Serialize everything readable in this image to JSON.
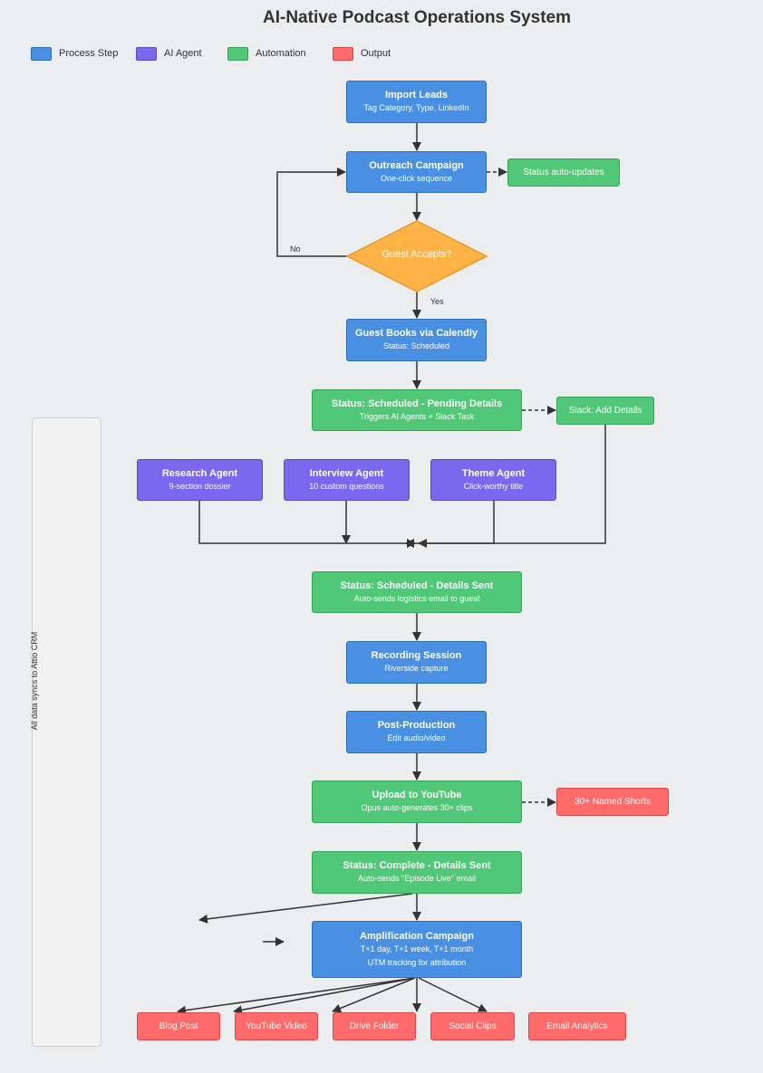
{
  "title": "AI-Native Podcast Operations System",
  "legend": {
    "process": "Process Step",
    "agent": "AI Agent",
    "automation": "Automation",
    "output": "Output"
  },
  "colors": {
    "process": "#4a90e2",
    "agent": "#7b68ee",
    "automation": "#50c878",
    "output": "#ff6b6b",
    "decision": "#ffb347"
  },
  "sidebar": "All data syncs to Attio CRM",
  "nodes": {
    "import_leads": {
      "title": "Import Leads",
      "sub": "Tag Category, Type, LinkedIn"
    },
    "outreach": {
      "title": "Outreach Campaign",
      "sub": "One-click sequence"
    },
    "status_auto": {
      "title": "Status auto-updates"
    },
    "decision": {
      "title": "Guest Accepts?"
    },
    "calendly": {
      "title": "Guest Books via Calendly",
      "sub": "Status: Scheduled"
    },
    "pending": {
      "title": "Status: Scheduled - Pending Details",
      "sub": "Triggers AI Agents + Slack Task"
    },
    "slack": {
      "title": "Slack: Add Details"
    },
    "research": {
      "title": "Research Agent",
      "sub": "9-section dossier"
    },
    "interview": {
      "title": "Interview Agent",
      "sub": "10 custom questions"
    },
    "theme": {
      "title": "Theme Agent",
      "sub": "Click-worthy title"
    },
    "details_sent": {
      "title": "Status: Scheduled - Details Sent",
      "sub": "Auto-sends logistics email to guest"
    },
    "recording": {
      "title": "Recording Session",
      "sub": "Riverside capture"
    },
    "post": {
      "title": "Post-Production",
      "sub": "Edit audio/video"
    },
    "upload": {
      "title": "Upload to YouTube",
      "sub": "Opus auto-generates 30+ clips"
    },
    "shorts": {
      "title": "30+ Named Shorts"
    },
    "complete": {
      "title": "Status: Complete - Details Sent",
      "sub": "Auto-sends \"Episode Live\" email"
    },
    "amplify": {
      "title": "Amplification Campaign",
      "sub": "T+1 day, T+1 week, T+1 month",
      "sub2": "UTM tracking for attribution"
    },
    "blog": {
      "title": "Blog Post"
    },
    "youtube": {
      "title": "YouTube Video"
    },
    "drive": {
      "title": "Drive Folder"
    },
    "social": {
      "title": "Social Clips"
    },
    "email": {
      "title": "Email Analytics"
    }
  },
  "edges": {
    "no": "No",
    "yes": "Yes"
  }
}
